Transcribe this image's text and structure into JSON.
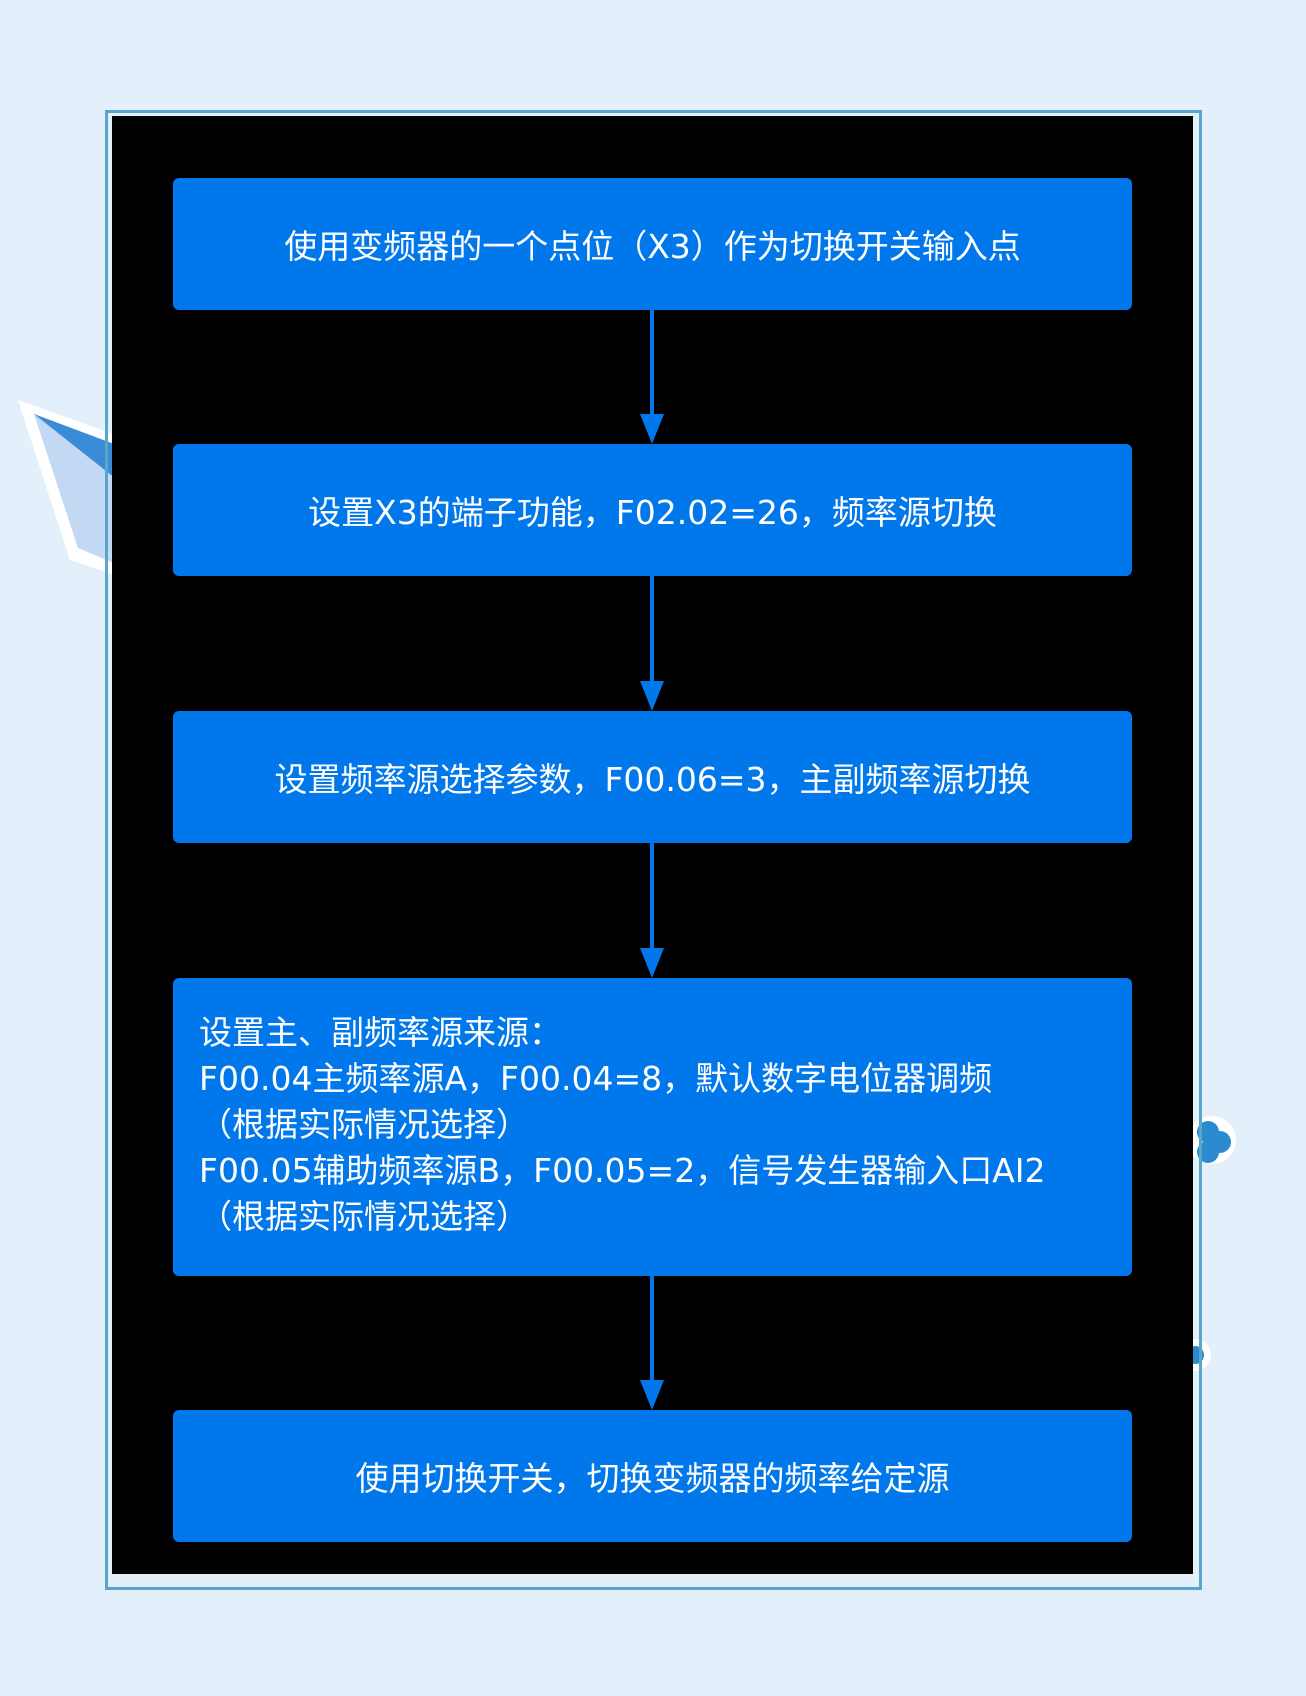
{
  "colors": {
    "box": "#0077ea",
    "panel": "#000000",
    "background": "#e3f0fb",
    "frame": "#5aa6c8"
  },
  "steps": [
    {
      "text": "使用变频器的一个点位（X3）作为切换开关输入点"
    },
    {
      "text": "设置X3的端子功能，F02.02=26，频率源切换"
    },
    {
      "text": "设置频率源选择参数，F00.06=3，主副频率源切换"
    },
    {
      "lines": [
        "设置主、副频率源来源：",
        "F00.04主频率源A，F00.04=8，默认数字电位器调频",
        "（根据实际情况选择）",
        "F00.05辅助频率源B，F00.05=2，信号发生器输入口AI2",
        "（根据实际情况选择）"
      ]
    },
    {
      "text": "使用切换开关，切换变频器的频率给定源"
    }
  ]
}
